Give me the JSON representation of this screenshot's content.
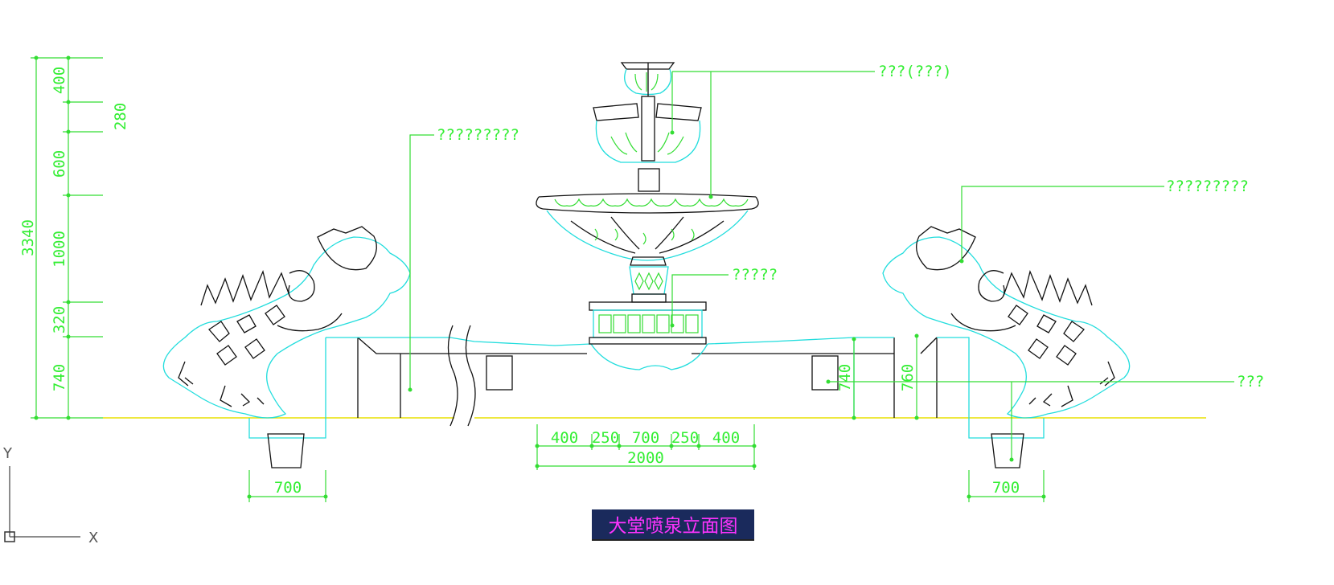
{
  "drawing": {
    "title": "大堂喷泉立面图",
    "callouts": {
      "top_right": "???(???)",
      "left_creature": "?????????",
      "right_creature": "?????????",
      "fountain_base": "?????",
      "right_basin": "???"
    },
    "dims_left_vertical": {
      "total": "3340",
      "d1": "400",
      "d2": "280",
      "d3": "600",
      "d4": "1000",
      "d5": "320",
      "d6": "740"
    },
    "dims_right_vertical": {
      "r1": "740",
      "r2": "760"
    },
    "dims_bottom_center": {
      "s1": "400",
      "s2": "250",
      "s3": "700",
      "s4": "250",
      "s5": "400",
      "total": "2000"
    },
    "dims_footings": {
      "left": "700",
      "right": "700"
    },
    "axes": {
      "x": "X",
      "y": "Y"
    }
  },
  "colors": {
    "dimension": "#33ee33",
    "outline_cyan": "#22dddd",
    "outline_black": "#111111",
    "ground_line": "#e8e000",
    "title_background": "#1a2a5c",
    "title_text": "#ff33ff"
  }
}
